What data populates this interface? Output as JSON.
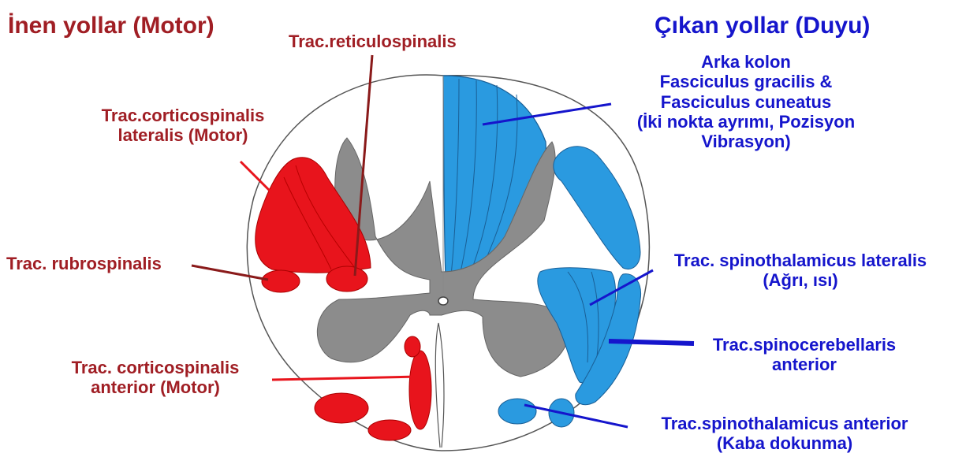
{
  "colors": {
    "motor_text": "#a01e24",
    "sensory_text": "#1515cc",
    "motor_tract_fill": "#e8141c",
    "sensory_tract_fill": "#2a9ae0",
    "gray_matter": "#8c8c8c"
  },
  "headings": {
    "descending": "İnen yollar (Motor)",
    "ascending": "Çıkan yollar (Duyu)"
  },
  "descending_labels": {
    "reticulospinal": "Trac.reticulospinalis",
    "corticospinal_lateral_1": "Trac.corticospinalis",
    "corticospinal_lateral_2": "lateralis (Motor)",
    "rubrospinal": "Trac. rubrospinalis",
    "corticospinal_anterior_1": "Trac. corticospinalis",
    "corticospinal_anterior_2": "anterior (Motor)"
  },
  "ascending_labels": {
    "dorsal_column_1": "Arka kolon",
    "dorsal_column_2": "Fasciculus gracilis &",
    "dorsal_column_3": "Fasciculus cuneatus",
    "dorsal_column_4": "(İki nokta ayrımı, Pozisyon",
    "dorsal_column_5": "Vibrasyon)",
    "spinothalamic_lateral_1": "Trac. spinothalamicus lateralis",
    "spinothalamic_lateral_2": "(Ağrı, ısı)",
    "spinocerebellar_anterior_1": "Trac.spinocerebellaris",
    "spinocerebellar_anterior_2": "anterior",
    "spinothalamic_anterior_1": "Trac.spinothalamicus anterior",
    "spinothalamic_anterior_2": "(Kaba dokunma)"
  }
}
